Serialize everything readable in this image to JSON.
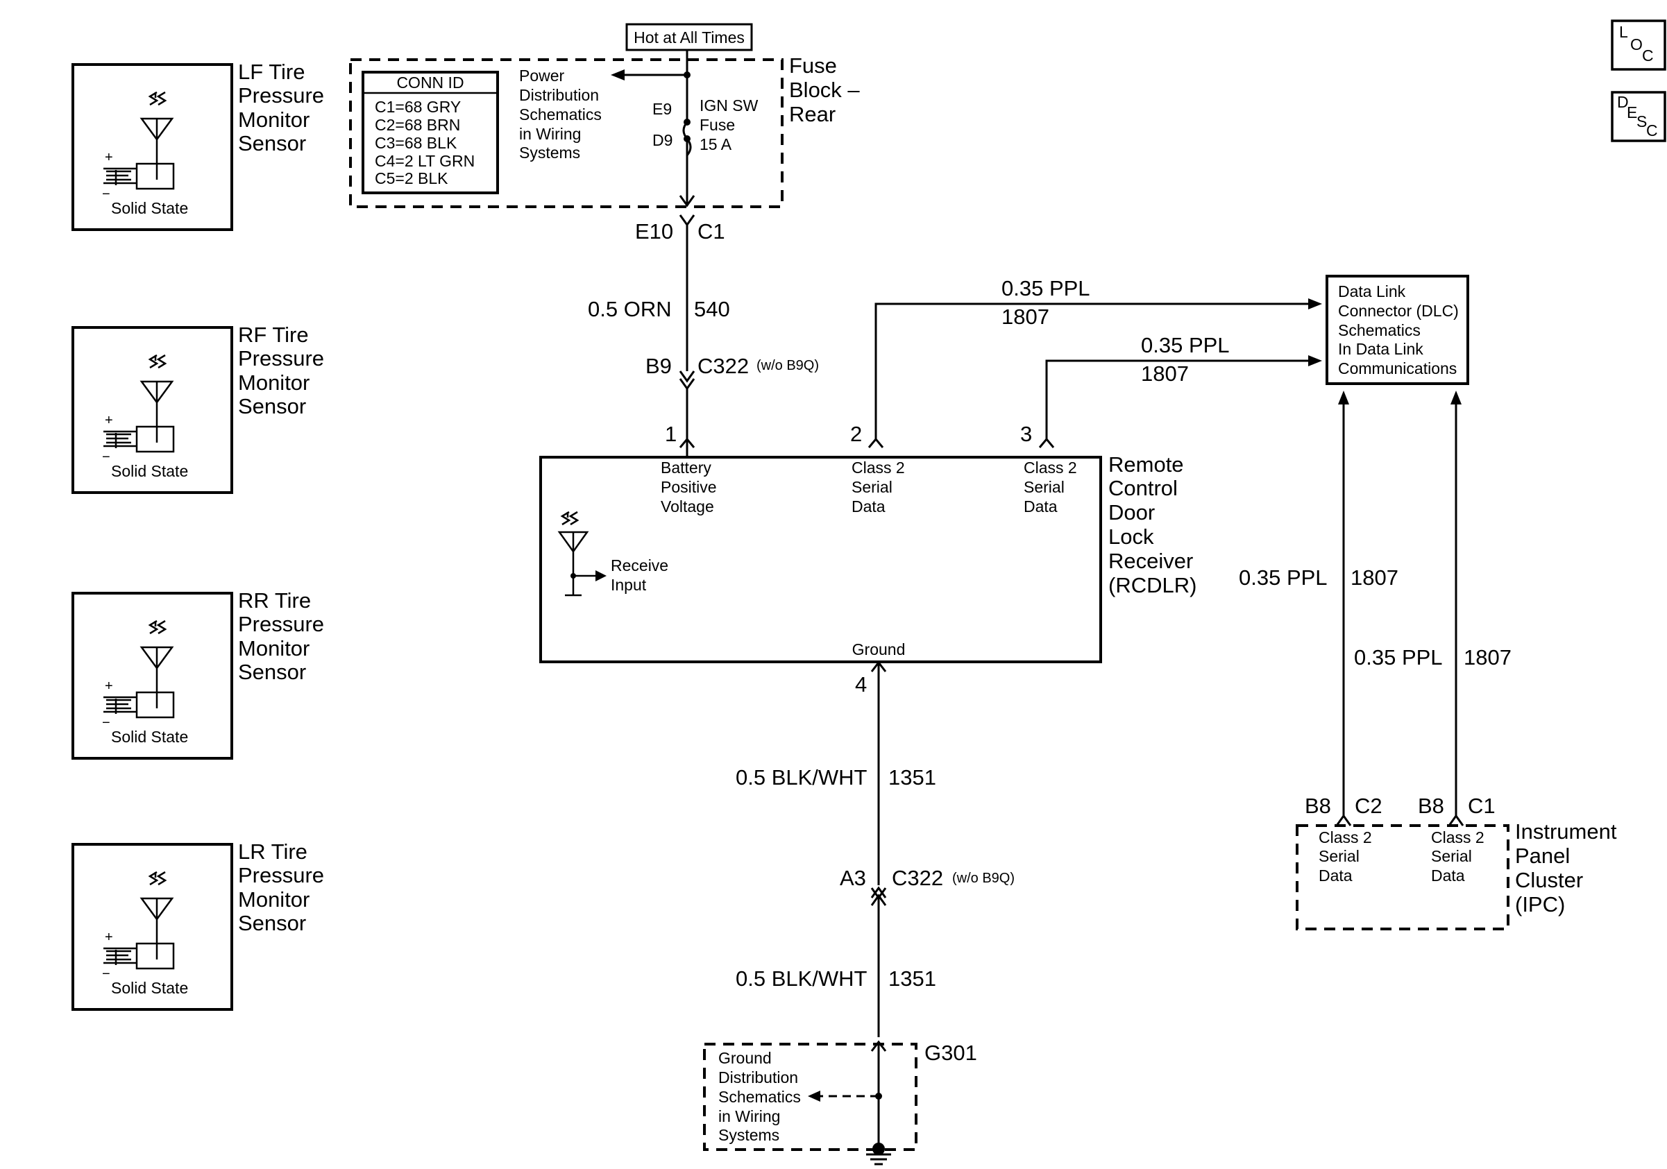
{
  "sensors": [
    {
      "name_lines": [
        "LF Tire",
        "Pressure",
        "Monitor",
        "Sensor"
      ],
      "type_label": "Solid State"
    },
    {
      "name_lines": [
        "RF Tire",
        "Pressure",
        "Monitor",
        "Sensor"
      ],
      "type_label": "Solid State"
    },
    {
      "name_lines": [
        "RR Tire",
        "Pressure",
        "Monitor",
        "Sensor"
      ],
      "type_label": "Solid State"
    },
    {
      "name_lines": [
        "LR Tire",
        "Pressure",
        "Monitor",
        "Sensor"
      ],
      "type_label": "Solid State"
    }
  ],
  "sensor_polarity": {
    "plus": "+",
    "minus": "−"
  },
  "hot_label": "Hot at All Times",
  "fuse_block": {
    "name_lines": [
      "Fuse",
      "Block –",
      "Rear"
    ],
    "conn_id": {
      "title": "CONN ID",
      "rows": [
        "C1=68 GRY",
        "C2=68 BRN",
        "C3=68 BLK",
        "C4=2 LT GRN",
        "C5=2 BLK"
      ]
    },
    "power_ref_lines": [
      "Power",
      "Distribution",
      "Schematics",
      "in Wiring",
      "Systems"
    ],
    "fuse_pin_top": "E9",
    "fuse_pin_bottom": "D9",
    "fuse_lines": [
      "IGN SW",
      "Fuse",
      "15 A"
    ],
    "out_pin": "E10",
    "out_conn": "C1"
  },
  "wires": {
    "feed": {
      "size_color": "0.5 ORN",
      "circuit": "540"
    },
    "dlc_top": {
      "size_color": "0.35 PPL",
      "circuit": "1807"
    },
    "dlc_mid": {
      "size_color": "0.35 PPL",
      "circuit": "1807"
    },
    "ipc_left": {
      "size_color": "0.35 PPL",
      "circuit": "1807"
    },
    "ipc_right": {
      "size_color": "0.35 PPL",
      "circuit": "1807"
    },
    "ground_upper": {
      "size_color": "0.5 BLK/WHT",
      "circuit": "1351"
    },
    "ground_lower": {
      "size_color": "0.5 BLK/WHT",
      "circuit": "1351"
    }
  },
  "inline_top": {
    "pin": "B9",
    "conn": "C322",
    "note": "(w/o B9Q)"
  },
  "inline_bottom": {
    "pin": "A3",
    "conn": "C322",
    "note": "(w/o B9Q)"
  },
  "rcdlr": {
    "name_lines": [
      "Remote",
      "Control",
      "Door",
      "Lock",
      "Receiver",
      "(RCDLR)"
    ],
    "pins": [
      "1",
      "2",
      "3",
      "4"
    ],
    "pin1_lines": [
      "Battery",
      "Positive",
      "Voltage"
    ],
    "pin2_lines": [
      "Class 2",
      "Serial",
      "Data"
    ],
    "pin3_lines": [
      "Class 2",
      "Serial",
      "Data"
    ],
    "receive_lines": [
      "Receive",
      "Input"
    ],
    "ground_label": "Ground"
  },
  "dlc": {
    "lines": [
      "Data Link",
      "Connector (DLC)",
      "Schematics",
      "In Data Link",
      "Communications"
    ]
  },
  "ipc": {
    "name_lines": [
      "Instrument",
      "Panel",
      "Cluster",
      "(IPC)"
    ],
    "left_pin": "B8",
    "left_conn": "C2",
    "right_pin": "B8",
    "right_conn": "C1",
    "left_lines": [
      "Class 2",
      "Serial",
      "Data"
    ],
    "right_lines": [
      "Class 2",
      "Serial",
      "Data"
    ]
  },
  "ground": {
    "name": "G301",
    "ref_lines": [
      "Ground",
      "Distribution",
      "Schematics",
      "in Wiring",
      "Systems"
    ]
  },
  "side_icons": {
    "loc": {
      "a": "L",
      "b": "O",
      "c": "C"
    },
    "desc": {
      "a": "D",
      "b": "E",
      "c": "S",
      "d": "C"
    }
  }
}
